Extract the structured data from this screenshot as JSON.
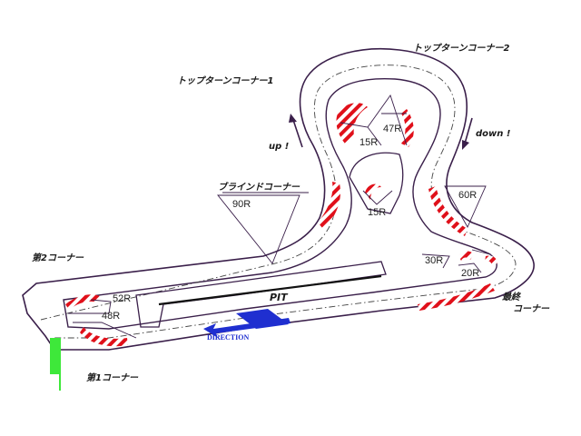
{
  "map": {
    "corners": {
      "top_turn_1": "トップターンコーナー1",
      "top_turn_2": "トップターンコーナー2",
      "blind": "ブラインドコーナー",
      "corner_2": "第2コーナー",
      "corner_1": "第1コーナー",
      "final_line1": "最終",
      "final_line2": "コーナー"
    },
    "radii": {
      "r_15_top": "15R",
      "r_47": "47R",
      "r_15_mid": "15R",
      "r_90": "90R",
      "r_60": "60R",
      "r_30": "30R",
      "r_20": "20R",
      "r_52": "52R",
      "r_48": "48R"
    },
    "slopes": {
      "up": "up !",
      "down": "down !"
    },
    "pit": "PIT",
    "direction": "DIRECTION"
  },
  "colors": {
    "track_edge": "#3a1f4a",
    "curb_red": "#e0101a",
    "direction_blue": "#1f2fd0",
    "start_flag_green": "#3ee83a"
  }
}
